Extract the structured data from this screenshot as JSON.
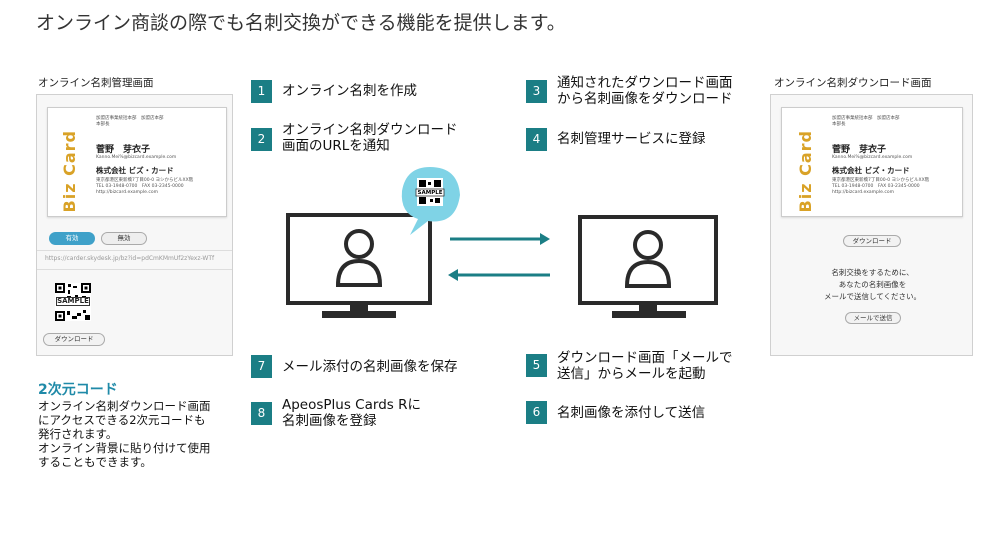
{
  "title": "オンライン商談の際でも名刺交換ができる機能を提供します。",
  "left_panel": {
    "caption": "オンライン名刺管理画面",
    "card": {
      "logo": "Biz Card",
      "dept": "加盟店事業統括本部　加盟店本部\n本部長",
      "name": "菅野　芽衣子",
      "email": "Kanno.Mei%@bizcard.example.com",
      "company": "株式会社 ビズ・カード",
      "address": "東京都港区東新橋7丁目00-0 ヨシからビルXX階\nTEL 03-1948-0700　FAX 03-2345-0000\nhttp://bizcard.example.com"
    },
    "toggle_on": "有効",
    "toggle_off": "無効",
    "url": "https://carder.skydesk.jp/bz?id=pdCmKMmUf2zYexz-WTf",
    "sample": "SAMPLE",
    "download": "ダウンロード"
  },
  "qr_info": {
    "title": "2次元コード",
    "desc": "オンライン名刺ダウンロード画面\nにアクセスできる2次元コードも\n発行されます。\nオンライン背景に貼り付けて使用\nすることもできます。"
  },
  "steps": [
    {
      "num": "1",
      "text": "オンライン名刺を作成"
    },
    {
      "num": "2",
      "text": "オンライン名刺ダウンロード\n画面のURLを通知"
    },
    {
      "num": "3",
      "text": "通知されたダウンロード画面\nから名刺画像をダウンロード"
    },
    {
      "num": "4",
      "text": "名刺管理サービスに登録"
    },
    {
      "num": "5",
      "text": "ダウンロード画面「メールで\n送信」からメールを起動"
    },
    {
      "num": "6",
      "text": "名刺画像を添付して送信"
    },
    {
      "num": "7",
      "text": "メール添付の名刺画像を保存"
    },
    {
      "num": "8",
      "text": "ApeosPlus Cards Rに\n名刺画像を登録"
    }
  ],
  "bubble_sample": "SAMPLE",
  "right_panel": {
    "caption": "オンライン名刺ダウンロード画面",
    "download": "ダウンロード",
    "message": "名刺交換をするために、\nあなたの名刺画像を\nメールで送信してください。",
    "mail_button": "メールで送信"
  },
  "colors": {
    "accent": "#1b7e85",
    "bubble": "#7fd3e6",
    "logo": "#d9a227",
    "qr_title": "#1f8aa8"
  }
}
